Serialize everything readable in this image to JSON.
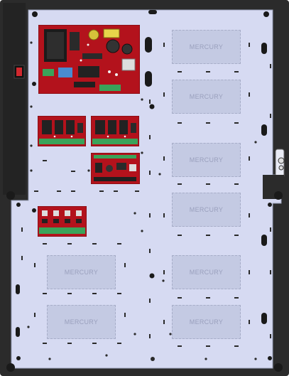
{
  "slots": [
    {
      "id": "slot-right-1",
      "label": "MERCURY"
    },
    {
      "id": "slot-right-2",
      "label": "MERCURY"
    },
    {
      "id": "slot-right-3",
      "label": "MERCURY"
    },
    {
      "id": "slot-right-4",
      "label": "MERCURY"
    },
    {
      "id": "slot-right-5",
      "label": "MERCURY"
    },
    {
      "id": "slot-right-6",
      "label": "MERCURY"
    },
    {
      "id": "slot-left-1",
      "label": "MERCURY"
    },
    {
      "id": "slot-left-2",
      "label": "MERCURY"
    }
  ],
  "colors": {
    "frame": "#2b2b2b",
    "backplate": "#d6daf2",
    "board_red": "#b3121c",
    "board_green_terminal": "#3aa35a",
    "switch_red": "#d0282e"
  },
  "icons": [
    "power-switch-icon",
    "key-lock-icon",
    "mounting-screw-icon"
  ]
}
